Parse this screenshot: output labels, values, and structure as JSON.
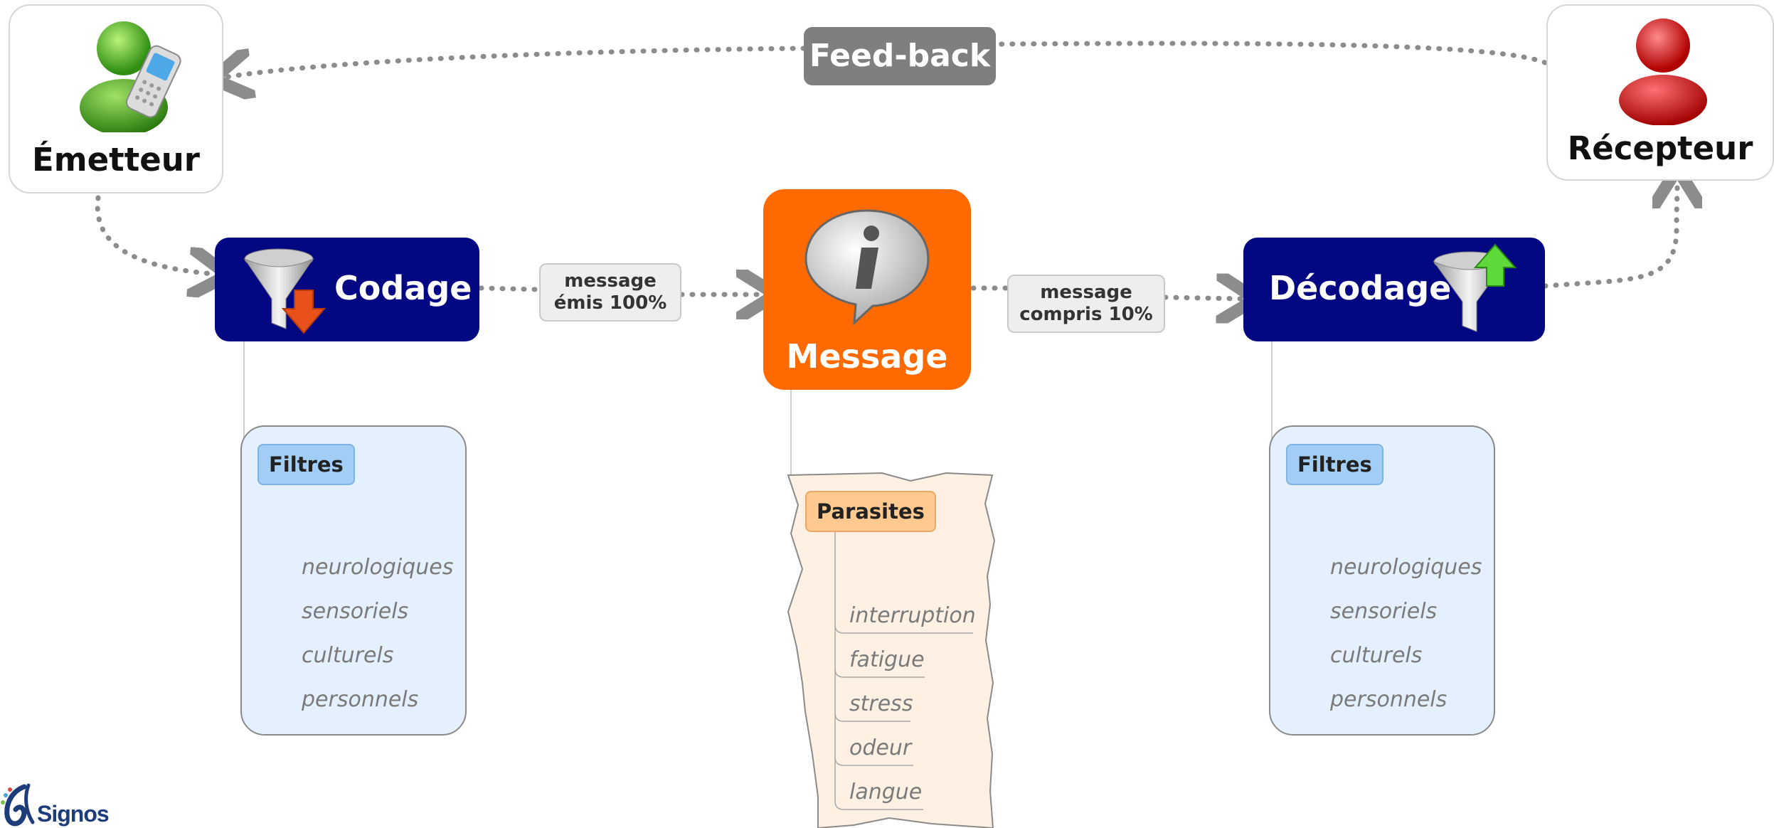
{
  "nodes": {
    "sender": {
      "label": "Émetteur"
    },
    "receiver": {
      "label": "Récepteur"
    },
    "feedback": {
      "label": "Feed-back"
    },
    "encoding": {
      "label": "Codage"
    },
    "decoding": {
      "label": "Décodage"
    },
    "message": {
      "label": "Message"
    }
  },
  "edge_labels": {
    "sent": {
      "line1": "message",
      "line2": "émis 100%"
    },
    "understood": {
      "line1": "message",
      "line2": "compris 10%"
    }
  },
  "left_filters": {
    "title": "Filtres",
    "items": [
      "neurologiques",
      "sensoriels",
      "culturels",
      "personnels"
    ]
  },
  "noise": {
    "title": "Parasites",
    "items": [
      "interruption",
      "fatigue",
      "stress",
      "odeur",
      "langue"
    ]
  },
  "right_filters": {
    "title": "Filtres",
    "items": [
      "neurologiques",
      "sensoriels",
      "culturels",
      "personnels"
    ]
  },
  "logo": {
    "text": "Signos"
  },
  "colors": {
    "process_fill": "#040782",
    "message_fill": "#ff6a00",
    "feedback_fill": "#7f7f7f",
    "filter_panel": "#e4f0fd",
    "noise_panel": "#fef1e4",
    "connector": "#8c8c8c"
  }
}
